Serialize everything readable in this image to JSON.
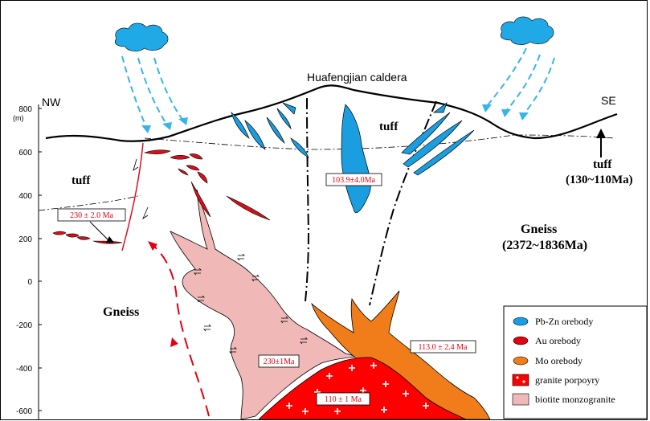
{
  "title": "Huafengjian caldera",
  "directions": {
    "left": "NW",
    "right": "SE"
  },
  "y_axis": {
    "unit": "(m)",
    "ticks": [
      "800",
      "600",
      "400",
      "200",
      "0",
      "-200",
      "-400",
      "-600"
    ]
  },
  "rock_labels": {
    "tuff_left": "tuff",
    "tuff_center": "tuff",
    "tuff_right": "tuff",
    "tuff_right_age": "(130~110Ma)",
    "gneiss_left": "Gneiss",
    "gneiss_right": "Gneiss",
    "gneiss_right_age": "(2372~1836Ma)"
  },
  "age_boxes": {
    "au": "230 ± 2.0 Ma",
    "pbzn": "103.9±4.0Ma",
    "monzogranite": "230±1Ma",
    "mo": "113.0 ± 2.4 Ma",
    "granite": "110 ± 1 Ma"
  },
  "legend": {
    "items": [
      {
        "label": "Pb-Zn orebody",
        "color": "#1a9ee0"
      },
      {
        "label": "Au orebody",
        "color": "#e3000f"
      },
      {
        "label": "Mo orebody",
        "color": "#f07d1a"
      },
      {
        "label": "granite porpoyry",
        "color": "#ff0000"
      },
      {
        "label": "biotite monzogranite",
        "color": "#f1b8b8"
      }
    ]
  },
  "colors": {
    "cloud": "#1fa9e6",
    "rain": "#35b5ea",
    "monzogranite": "#f1b8b8",
    "mo": "#f07d1a",
    "granite": "#ff0000",
    "au": "#d9101a",
    "pbzn": "#1a9ee0",
    "arrow_red": "#e3000f"
  }
}
